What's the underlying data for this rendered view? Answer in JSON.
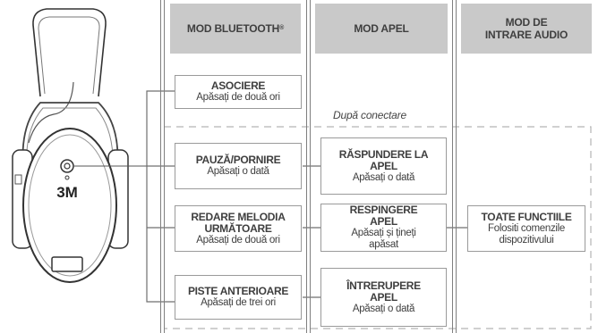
{
  "headers": {
    "bluetooth": "MOD BLUETOOTH",
    "bluetooth_mark": "®",
    "call": "MOD APEL",
    "audio_line1": "MOD DE",
    "audio_line2": "INTRARE AUDIO"
  },
  "after_connect": "După conectare",
  "headset_logo": "3M",
  "bluetooth_col": [
    {
      "title": "ASOCIERE",
      "sub": "Apăsați de două ori"
    },
    {
      "title": "PAUZĂ/PORNIRE",
      "sub": "Apăsați o dată"
    },
    {
      "title": "REDARE MELODIA URMĂTOARE",
      "sub": "Apăsați de două ori"
    },
    {
      "title": "PISTE ANTERIOARE",
      "sub": "Apăsați de trei ori"
    }
  ],
  "call_col": [
    {
      "title": "RĂSPUNDERE LA APEL",
      "sub": "Apăsați o dată"
    },
    {
      "title": "RESPINGERE APEL",
      "sub": "Apăsați și țineți apăsat"
    },
    {
      "title": "ÎNTRERUPERE APEL",
      "sub": "Apăsați o dată"
    }
  ],
  "audio_col": [
    {
      "title": "TOATE FUNCTIILE",
      "sub": "Folositi comenzile dispozitivului"
    }
  ]
}
